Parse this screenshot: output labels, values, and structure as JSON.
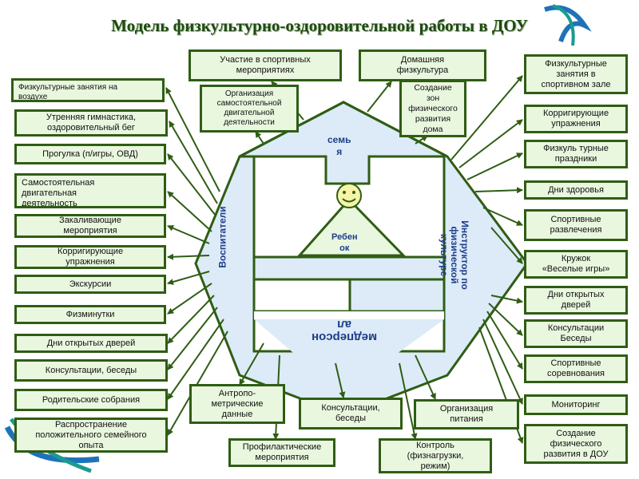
{
  "title": "Модель физкультурно-оздоровительной работы в ДОУ",
  "center": {
    "family": "семь\nя",
    "child": "Ребен\nок",
    "teachers": "Воспитатели",
    "instructor": "Инструктор по\nфизической\nкультуре",
    "medical": "медперсон\nал"
  },
  "top_boxes": {
    "sport_events": "Участие в спортивных\nмероприятиях",
    "home_pe": "Домашняя\nфизкультура",
    "self_activity_org": "Организация\nсамостоятельной\nдвигательной\nдеятельности",
    "zones": "Создание\nзон\nфизического\nразвития\nдома"
  },
  "left_boxes": [
    "Физкультурные занятия на\nвоздухе",
    "Утренняя гимнастика,\nоздоровительный бег",
    "Прогулка (п/игры, ОВД)",
    "Самостоятельная\nдвигательная\nдеятельность",
    "Закаливающие\nмероприятия",
    "Корригирующие\nупражнения",
    "Экскурсии",
    "Физминутки",
    "Дни открытых дверей",
    "Консультации, беседы",
    "Родительские собрания",
    "Распространение\nположительного семейного\nопыта"
  ],
  "right_boxes": [
    "Физкультурные\nзанятия в\nспортивном зале",
    "Корригирующие\nупражнения",
    "Физкуль турные\nпраздники",
    "Дни здоровья",
    "Спортивные\nразвлечения",
    "Кружок\n«Веселые игры»",
    "Дни открытых\nдверей",
    "Консультации\nБеседы",
    "Спортивные\nсоревнования",
    "Мониторинг",
    "Создание\nфизического\nразвития в ДОУ"
  ],
  "bottom_boxes": {
    "anthropometric": "Антропо-\nметрические\nданные",
    "consultations": "Консультации,\nбеседы",
    "nutrition": "Организация\nпитания",
    "prophylactic": "Профилактические\nмероприятия",
    "control": "Контроль\n(физнагрузки,\nрежим)"
  },
  "colors": {
    "box_fill": "#e9f7df",
    "box_border": "#2f5d14",
    "hex_fill": "#dcebf7",
    "title": "#1d4a12",
    "label": "#1f3d8a"
  }
}
